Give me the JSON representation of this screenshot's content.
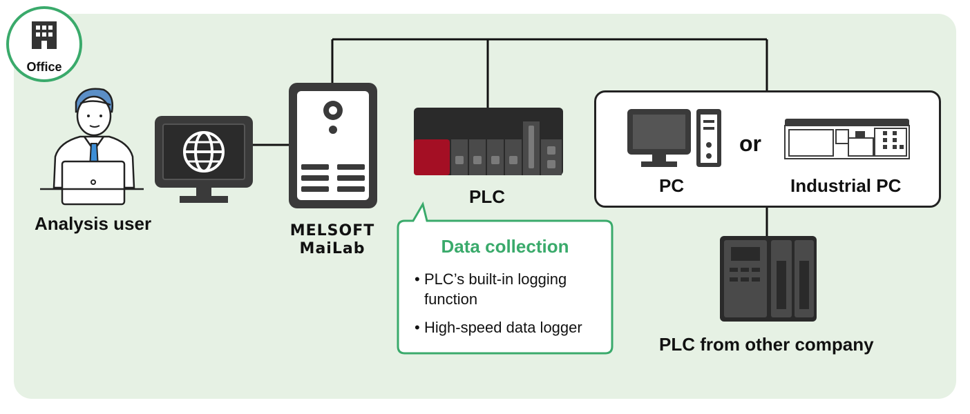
{
  "zone": {
    "label": "Office"
  },
  "nodes": {
    "analysis_user": "Analysis user",
    "melsoft_line1": "MELSOFT",
    "melsoft_line2": "MaiLab",
    "plc": "PLC",
    "pc": "PC",
    "or": "or",
    "industrial_pc": "Industrial PC",
    "other_plc": "PLC from other company"
  },
  "callout": {
    "title": "Data collection",
    "items": [
      "PLC’s built-in logging",
      "function",
      "High-speed data logger"
    ]
  },
  "colors": {
    "background": "#e6f1e4",
    "accent_green": "#3aaa6b",
    "plc_red": "#a40f24",
    "device_dark": "#333333"
  },
  "icons": [
    "building-icon",
    "user-with-laptop-icon",
    "browser-monitor-icon",
    "server-icon",
    "plc-rack-icon",
    "desktop-pc-icon",
    "industrial-pc-icon",
    "third-party-plc-icon"
  ]
}
